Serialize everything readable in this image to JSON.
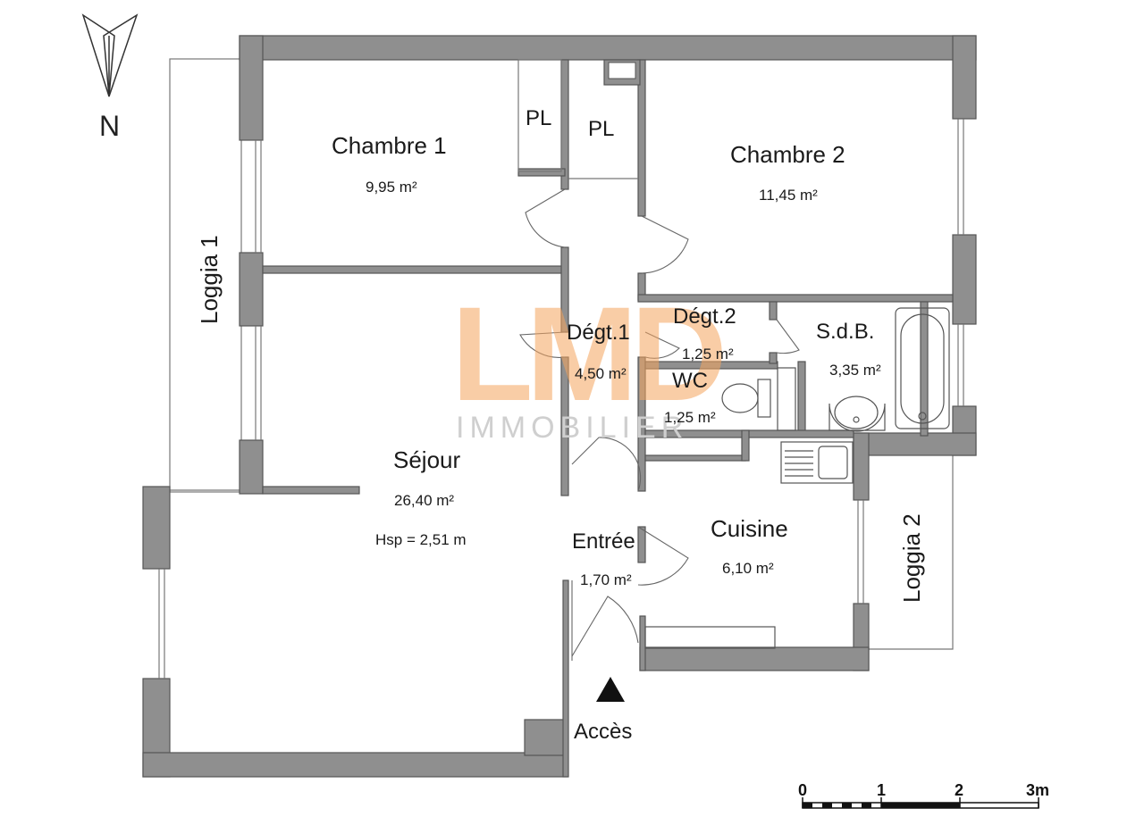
{
  "compass": {
    "north_label": "N"
  },
  "watermark": {
    "logo": "LMD",
    "subtitle": "IMMOBILIER"
  },
  "rooms": {
    "chambre1": {
      "name": "Chambre 1",
      "area": "9,95 m²"
    },
    "chambre2": {
      "name": "Chambre 2",
      "area": "11,45 m²"
    },
    "pl1": {
      "name": "PL"
    },
    "pl2": {
      "name": "PL"
    },
    "loggia1": {
      "name": "Loggia 1"
    },
    "loggia2": {
      "name": "Loggia 2"
    },
    "degt1": {
      "name": "Dégt.1",
      "area": "4,50 m²"
    },
    "degt2": {
      "name": "Dégt.2",
      "area": "1,25 m²"
    },
    "sdb": {
      "name": "S.d.B.",
      "area": "3,35 m²"
    },
    "wc": {
      "name": "WC",
      "area": "1,25 m²"
    },
    "sejour": {
      "name": "Séjour",
      "area": "26,40 m²",
      "ceiling_height": "Hsp = 2,51 m"
    },
    "entree": {
      "name": "Entrée",
      "area": "1,70 m²"
    },
    "cuisine": {
      "name": "Cuisine",
      "area": "6,10 m²"
    }
  },
  "access": {
    "label": "Accès"
  },
  "scale_bar": {
    "labels": [
      "0",
      "1",
      "2",
      "3m"
    ]
  }
}
